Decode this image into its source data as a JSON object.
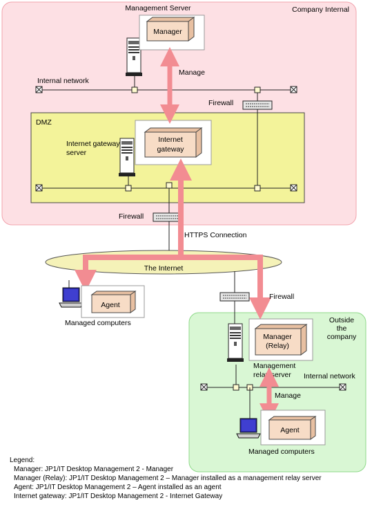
{
  "zones": {
    "company_internal": "Company Internal",
    "dmz": "DMZ",
    "outside": [
      "Outside",
      "the",
      "company"
    ]
  },
  "servers": {
    "management_server": "Management Server",
    "internet_gateway_server": [
      "Internet gateway",
      "server"
    ],
    "management_relay_server": [
      "Management",
      "relay server"
    ]
  },
  "components": {
    "manager": "Manager",
    "internet_gateway": [
      "Internet",
      "gateway"
    ],
    "agent_left": "Agent",
    "manager_relay": [
      "Manager",
      "(Relay)"
    ],
    "agent_right": "Agent"
  },
  "networks": {
    "internal_top": "Internal network",
    "internal_bottom": "Internal network",
    "internet": "The Internet"
  },
  "firewalls": {
    "fw1": "Firewall",
    "fw2": "Firewall",
    "fw3": "Firewall"
  },
  "connections": {
    "manage_top": "Manage",
    "https": "HTTPS Connection",
    "manage_bottom": "Manage"
  },
  "groups": {
    "managed_left": "Managed computers",
    "managed_right": "Managed computers"
  },
  "legend": {
    "title": "Legend:",
    "items": [
      "Manager: JP1/IT Desktop Management 2 - Manager",
      "Manager (Relay): JP1/IT Desktop Management 2 – Manager installed as a management relay server",
      "Agent: JP1/IT Desktop Management 2 – Agent installed as an agent",
      "Internet gateway: JP1/IT Desktop Management 2 - Internet Gateway"
    ]
  },
  "colors": {
    "internal_zone": "#fde0e4",
    "internal_border": "#f2a3ad",
    "dmz_zone": "#f3f39a",
    "outside_zone": "#d9f7d4",
    "outside_border": "#8fd98a",
    "arrow": "#f28c92",
    "internet_cloud": "#f5f2b8",
    "box_fill": "#f7dcc6"
  }
}
